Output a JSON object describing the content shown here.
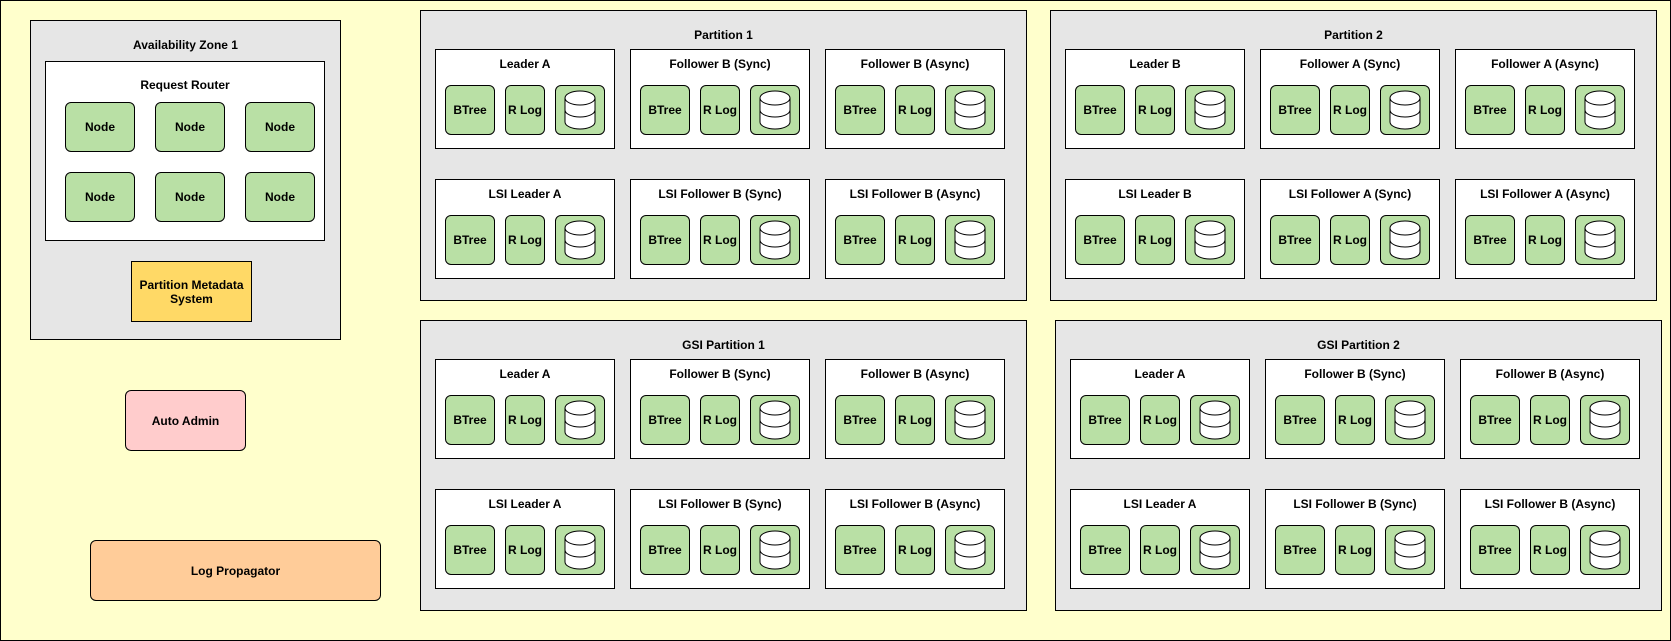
{
  "colors": {
    "canvas": "#ffffcc",
    "container": "#e6e6e6",
    "component": "#b9e0a5",
    "metadata": "#ffd966",
    "auto_admin": "#ffcccc",
    "log_propagator": "#ffcc99"
  },
  "availability_zone": {
    "title": "Availability Zone 1",
    "router_title": "Request Router",
    "nodes": [
      "Node",
      "Node",
      "Node",
      "Node",
      "Node",
      "Node"
    ],
    "metadata_label": "Partition Metadata System"
  },
  "auto_admin": "Auto Admin",
  "log_propagator": "Log Propagator",
  "component_labels": {
    "btree": "BTree",
    "rlog": "R Log",
    "disk_icon": "database-cylinder"
  },
  "partitions": [
    {
      "title": "Partition 1",
      "replicas": [
        "Leader A",
        "Follower B (Sync)",
        "Follower B (Async)",
        "LSI Leader A",
        "LSI Follower B (Sync)",
        "LSI Follower B (Async)"
      ]
    },
    {
      "title": "Partition 2",
      "replicas": [
        "Leader B",
        "Follower A (Sync)",
        "Follower A (Async)",
        "LSI Leader B",
        "LSI Follower A (Sync)",
        "LSI Follower A (Async)"
      ]
    },
    {
      "title": "GSI Partition 1",
      "replicas": [
        "Leader A",
        "Follower B (Sync)",
        "Follower B (Async)",
        "LSI Leader A",
        "LSI Follower B (Sync)",
        "LSI Follower B (Async)"
      ]
    },
    {
      "title": "GSI Partition 2",
      "replicas": [
        "Leader A",
        "Follower B (Sync)",
        "Follower B (Async)",
        "LSI Leader A",
        "LSI Follower B (Sync)",
        "LSI Follower B (Async)"
      ]
    }
  ]
}
